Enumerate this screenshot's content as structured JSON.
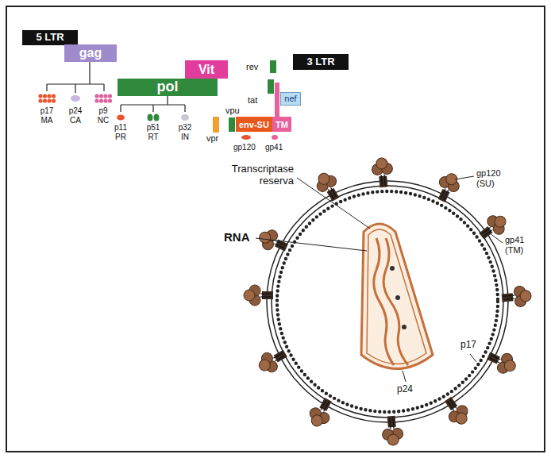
{
  "diagram": {
    "nodes": [
      {
        "text": [
          "5 LTR"
        ]
      },
      {
        "text": [
          "gag"
        ]
      },
      {
        "text": [
          "3 LTR"
        ]
      },
      {
        "text": [
          "Vit"
        ]
      },
      {
        "text": [
          "pol"
        ]
      },
      {
        "text": [
          "nef"
        ]
      },
      {
        "text": [
          "env-SU",
          "TM"
        ]
      }
    ],
    "labels": [
      "rev",
      "tat",
      "vpu",
      "vpr",
      "p17 MA",
      "p24 CA",
      "p9 NC",
      "p11 PR",
      "p51 RT",
      "p32 IN",
      "gp120",
      "gp41",
      "Transcriptase reserva",
      "RNA",
      "gp120 (SU)",
      "gp41 (TM)",
      "p17",
      "p24"
    ]
  }
}
